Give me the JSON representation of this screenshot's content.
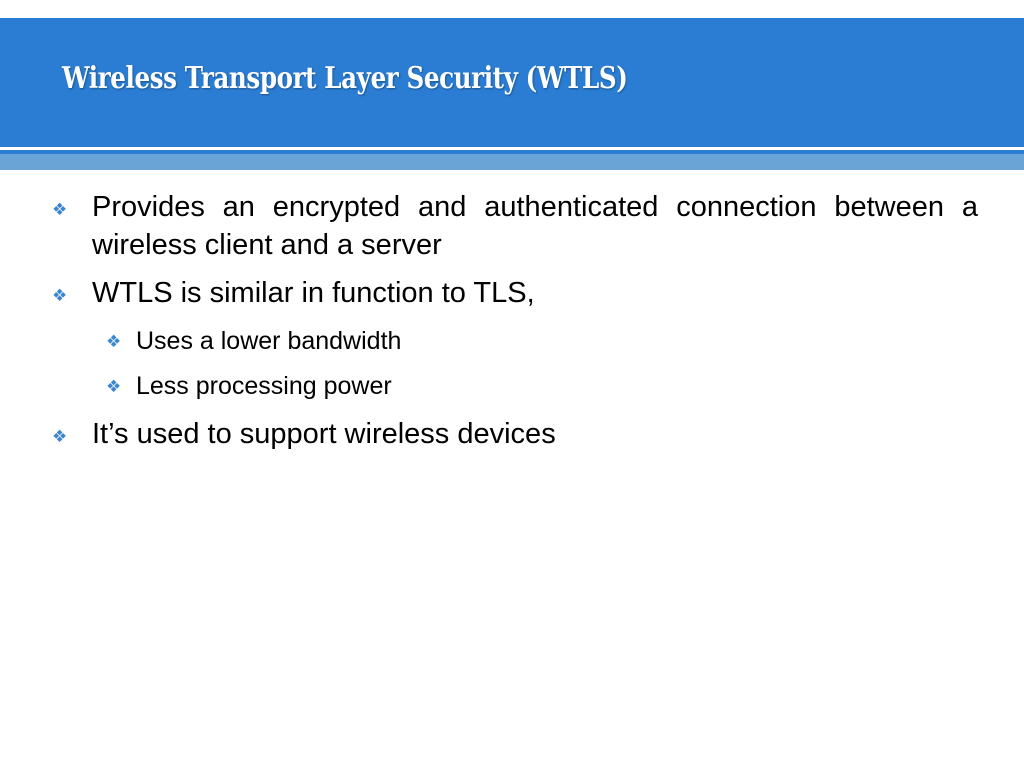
{
  "slide": {
    "title": "Wireless Transport Layer Security (WTLS)",
    "bullet_icon": "diamond-bullet",
    "colors": {
      "header": "#2a7dd3",
      "stripe": "#6aa3d6",
      "bullet": "#3a87cf",
      "body_text": "#000000"
    },
    "bullets": [
      {
        "text": "Provides an encrypted and authenticated connection between a wireless client and a server"
      },
      {
        "text": "WTLS is similar in function to TLS,",
        "sub": [
          {
            "text": "Uses a lower bandwidth"
          },
          {
            "text": "Less processing power"
          }
        ]
      },
      {
        "text": "It’s used to support wireless devices"
      }
    ]
  }
}
